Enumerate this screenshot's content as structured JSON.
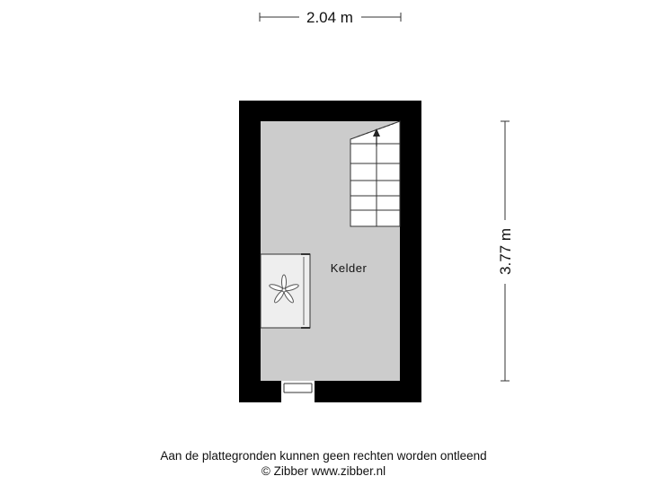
{
  "dimensions": {
    "width_label": "2.04 m",
    "height_label": "3.77 m"
  },
  "rooms": [
    {
      "name": "Kelder"
    }
  ],
  "footer": {
    "disclaimer": "Aan de plattegronden kunnen geen rechten worden ontleend",
    "copyright": "© Zibber www.zibber.nl"
  },
  "colors": {
    "wall": "#000000",
    "floor": "#cccccc",
    "fixture": "#eeeeee",
    "line": "#333333"
  },
  "icons": {
    "fan": "fan-icon",
    "stair_arrow": "arrow-up-icon"
  }
}
